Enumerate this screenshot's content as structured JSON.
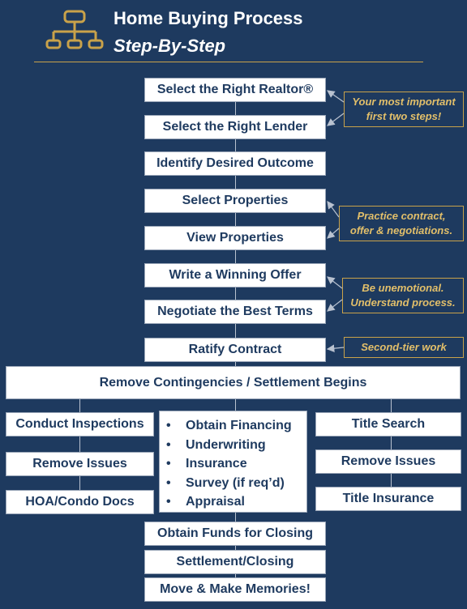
{
  "header": {
    "title": "Home Buying Process",
    "subtitle": "Step-By-Step",
    "icon": "flowchart-icon",
    "accent_color": "#c9a24a"
  },
  "steps": {
    "realtor": "Select the Right Realtor®",
    "lender": "Select the Right Lender",
    "outcome": "Identify Desired Outcome",
    "select_properties": "Select Properties",
    "view_properties": "View Properties",
    "offer": "Write a Winning Offer",
    "negotiate": "Negotiate the Best Terms",
    "ratify": "Ratify Contract",
    "contingencies": "Remove Contingencies / Settlement Begins",
    "obtain_funds": "Obtain Funds for Closing",
    "settlement": "Settlement/Closing",
    "move": "Move & Make Memories!"
  },
  "left_column": [
    "Conduct Inspections",
    "Remove Issues",
    "HOA/Condo Docs"
  ],
  "middle_column": [
    "Obtain Financing",
    "Underwriting",
    "Insurance",
    "Survey (if req’d)",
    "Appraisal"
  ],
  "right_column": [
    "Title Search",
    "Remove Issues",
    "Title Insurance"
  ],
  "notes": {
    "first": [
      "Your most important",
      "first two steps!"
    ],
    "second": [
      "Practice contract,",
      "offer & negotiations."
    ],
    "third": [
      "Be unemotional.",
      "Understand process."
    ],
    "fourth": "Second-tier work"
  },
  "colors": {
    "background": "#1e3a5f",
    "box": "#ffffff",
    "box_text": "#1e3a5f",
    "note_text": "#e2bf6a"
  }
}
